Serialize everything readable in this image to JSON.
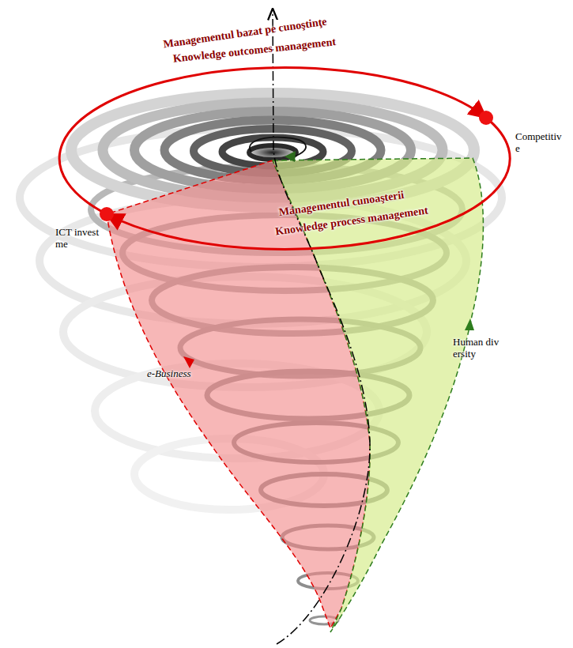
{
  "diagram": {
    "labels": [
      "Managementul bazat pe cunoştinţe",
      "Knowledge outcomes management",
      "Competitive",
      "ICT investme",
      "Managementul cunoaşterii",
      "Knowledge process management",
      "Human diversity",
      "e-Business"
    ]
  }
}
